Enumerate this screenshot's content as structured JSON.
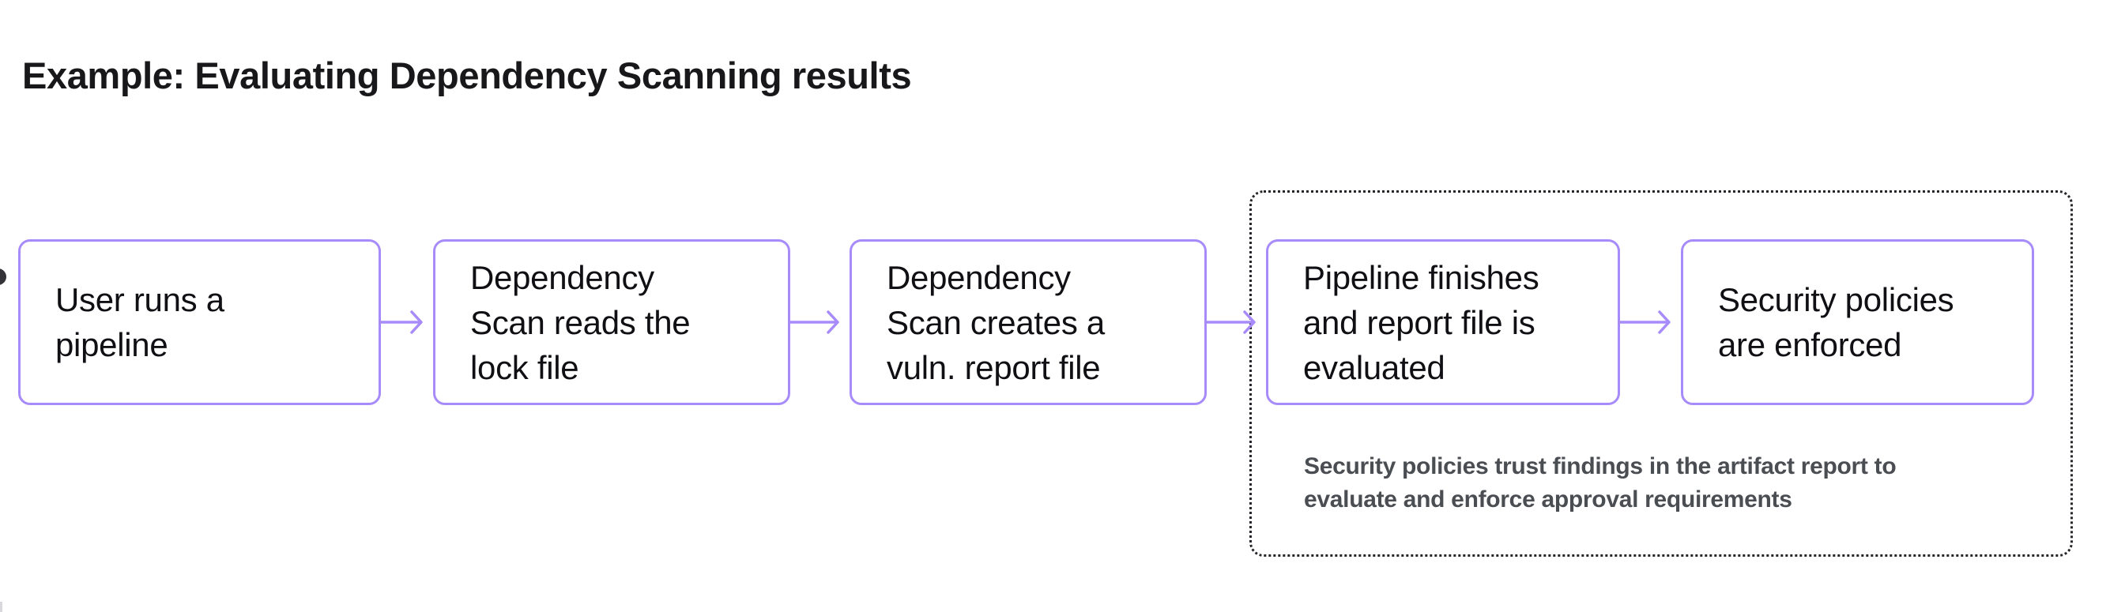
{
  "title": "Example: Evaluating Dependency Scanning results",
  "colors": {
    "node_border": "#a78bfa",
    "arrow": "#a78bfa",
    "group_border": "#26262a",
    "title_text": "#18181b",
    "node_text": "#101014",
    "caption_text": "#4a4d52"
  },
  "flowchart": {
    "type": "flowchart",
    "nodes": [
      {
        "label": "User runs a\npipeline"
      },
      {
        "label": "Dependency\nScan reads the\nlock file"
      },
      {
        "label": "Dependency\nScan creates a\nvuln. report file"
      },
      {
        "label": "Pipeline finishes\nand report file is\nevaluated"
      },
      {
        "label": "Security policies\nare enforced"
      }
    ],
    "edges": [
      {
        "from": 1,
        "to": 2
      },
      {
        "from": 2,
        "to": 3
      },
      {
        "from": 3,
        "to": 4
      },
      {
        "from": 4,
        "to": 5
      }
    ],
    "group": {
      "contains_nodes": [
        4,
        5
      ],
      "caption": "Security policies trust findings in the artifact report to\nevaluate and enforce approval requirements"
    }
  }
}
